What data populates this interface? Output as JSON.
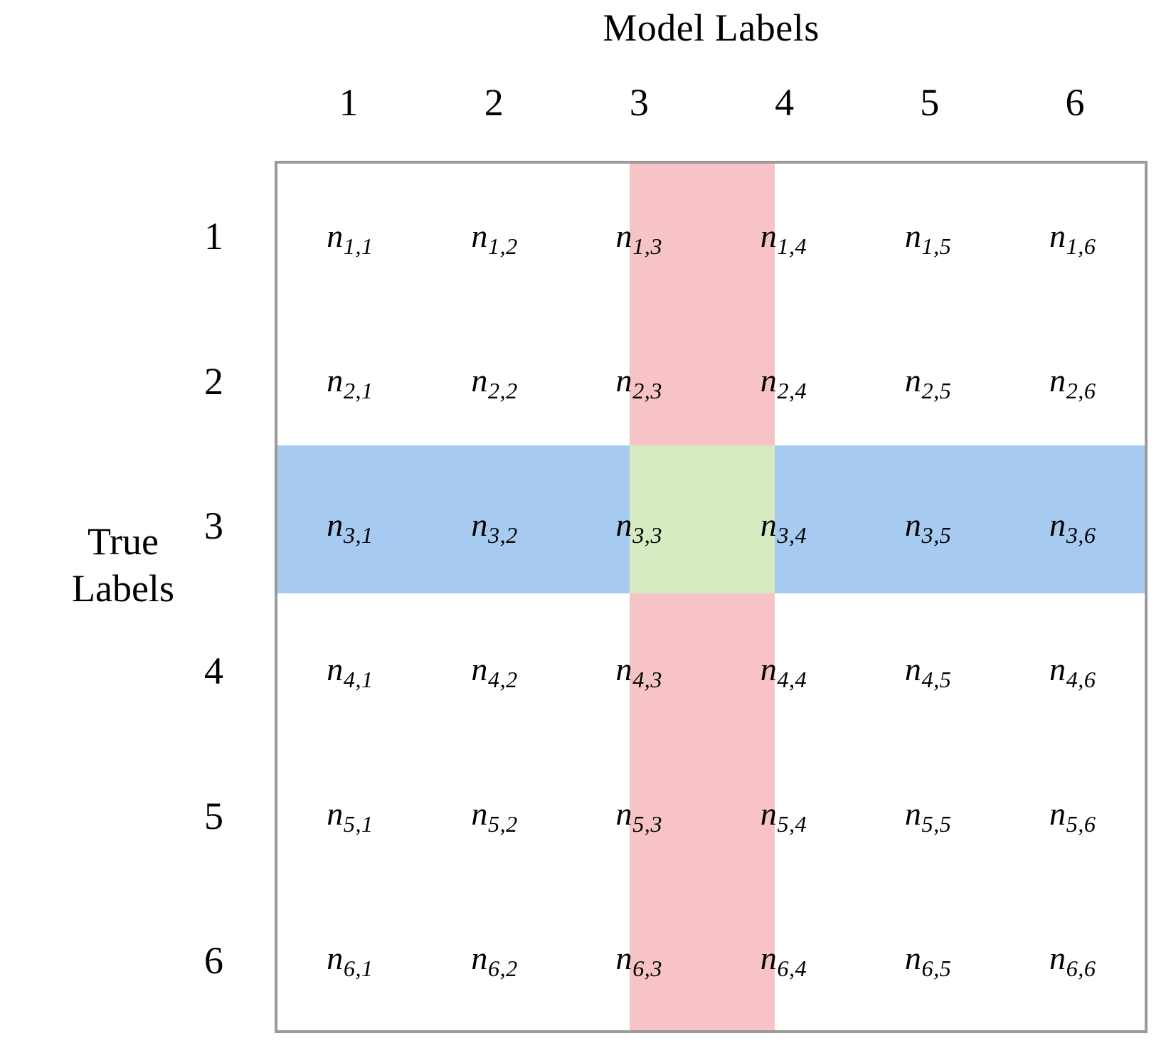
{
  "figure": {
    "kind": "confusion-matrix-schematic",
    "column_axis_title": "Model Labels",
    "row_axis_title_line1": "True",
    "row_axis_title_line2": "Labels",
    "column_headers": [
      "1",
      "2",
      "3",
      "4",
      "5",
      "6"
    ],
    "row_headers": [
      "1",
      "2",
      "3",
      "4",
      "5",
      "6"
    ],
    "cell_symbol": "n"
  },
  "colors": {
    "border": "#9a9a9a",
    "highlight_column": "#f7c3c6",
    "highlight_row": "#a6caf0",
    "highlight_diagonal": "#d7ebc2",
    "background": "#ffffff",
    "text": "#000000"
  },
  "highlights": {
    "column_index": 3,
    "row_index": 3,
    "diagonal_cell": "n3,3"
  },
  "chart_data": {
    "type": "heatmap",
    "title": "Model Labels",
    "xlabel": "Model Labels",
    "ylabel": "True Labels",
    "categories_x": [
      "1",
      "2",
      "3",
      "4",
      "5",
      "6"
    ],
    "categories_y": [
      "1",
      "2",
      "3",
      "4",
      "5",
      "6"
    ],
    "cells": [
      [
        {
          "base": "n",
          "sub": "1,1",
          "fill": "none"
        },
        {
          "base": "n",
          "sub": "1,2",
          "fill": "none"
        },
        {
          "base": "n",
          "sub": "1,3",
          "fill": "column"
        },
        {
          "base": "n",
          "sub": "1,4",
          "fill": "none"
        },
        {
          "base": "n",
          "sub": "1,5",
          "fill": "none"
        },
        {
          "base": "n",
          "sub": "1,6",
          "fill": "none"
        }
      ],
      [
        {
          "base": "n",
          "sub": "2,1",
          "fill": "none"
        },
        {
          "base": "n",
          "sub": "2,2",
          "fill": "none"
        },
        {
          "base": "n",
          "sub": "2,3",
          "fill": "column"
        },
        {
          "base": "n",
          "sub": "2,4",
          "fill": "none"
        },
        {
          "base": "n",
          "sub": "2,5",
          "fill": "none"
        },
        {
          "base": "n",
          "sub": "2,6",
          "fill": "none"
        }
      ],
      [
        {
          "base": "n",
          "sub": "3,1",
          "fill": "row"
        },
        {
          "base": "n",
          "sub": "3,2",
          "fill": "row"
        },
        {
          "base": "n",
          "sub": "3,3",
          "fill": "diagonal"
        },
        {
          "base": "n",
          "sub": "3,4",
          "fill": "row"
        },
        {
          "base": "n",
          "sub": "3,5",
          "fill": "row"
        },
        {
          "base": "n",
          "sub": "3,6",
          "fill": "row"
        }
      ],
      [
        {
          "base": "n",
          "sub": "4,1",
          "fill": "none"
        },
        {
          "base": "n",
          "sub": "4,2",
          "fill": "none"
        },
        {
          "base": "n",
          "sub": "4,3",
          "fill": "column"
        },
        {
          "base": "n",
          "sub": "4,4",
          "fill": "none"
        },
        {
          "base": "n",
          "sub": "4,5",
          "fill": "none"
        },
        {
          "base": "n",
          "sub": "4,6",
          "fill": "none"
        }
      ],
      [
        {
          "base": "n",
          "sub": "5,1",
          "fill": "none"
        },
        {
          "base": "n",
          "sub": "5,2",
          "fill": "none"
        },
        {
          "base": "n",
          "sub": "5,3",
          "fill": "column"
        },
        {
          "base": "n",
          "sub": "5,4",
          "fill": "none"
        },
        {
          "base": "n",
          "sub": "5,5",
          "fill": "none"
        },
        {
          "base": "n",
          "sub": "5,6",
          "fill": "none"
        }
      ],
      [
        {
          "base": "n",
          "sub": "6,1",
          "fill": "none"
        },
        {
          "base": "n",
          "sub": "6,2",
          "fill": "none"
        },
        {
          "base": "n",
          "sub": "6,3",
          "fill": "column"
        },
        {
          "base": "n",
          "sub": "6,4",
          "fill": "none"
        },
        {
          "base": "n",
          "sub": "6,5",
          "fill": "none"
        },
        {
          "base": "n",
          "sub": "6,6",
          "fill": "none"
        }
      ]
    ],
    "grid": false,
    "legend": "none"
  }
}
